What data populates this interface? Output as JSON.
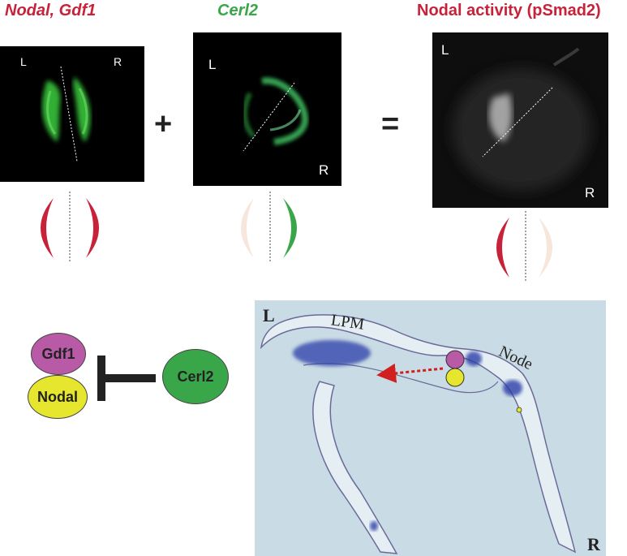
{
  "titles": {
    "nodal_gdf1": "Nodal, Gdf1",
    "cerl2": "Cerl2",
    "nodal_activity": "Nodal activity (pSmad2)"
  },
  "operators": {
    "plus": "+",
    "equals": "="
  },
  "panels": {
    "p1": {
      "left_label": "L",
      "right_label": "R"
    },
    "p2": {
      "left_label": "L",
      "right_label": "R"
    },
    "p3": {
      "left_label": "L",
      "right_label": "R"
    }
  },
  "model": {
    "gdf1": "Gdf1",
    "nodal": "Nodal",
    "cerl2": "Cerl2"
  },
  "histology": {
    "left_label": "L",
    "right_label": "R",
    "lpm_label": "LPM",
    "node_label": "Node"
  },
  "colors": {
    "red": "#c8223a",
    "green": "#3aa64a",
    "pale": "#f6e6dc",
    "gdf1": "#b85aa6",
    "nodal": "#e6e62e",
    "cerl2": "#3aa64a"
  }
}
